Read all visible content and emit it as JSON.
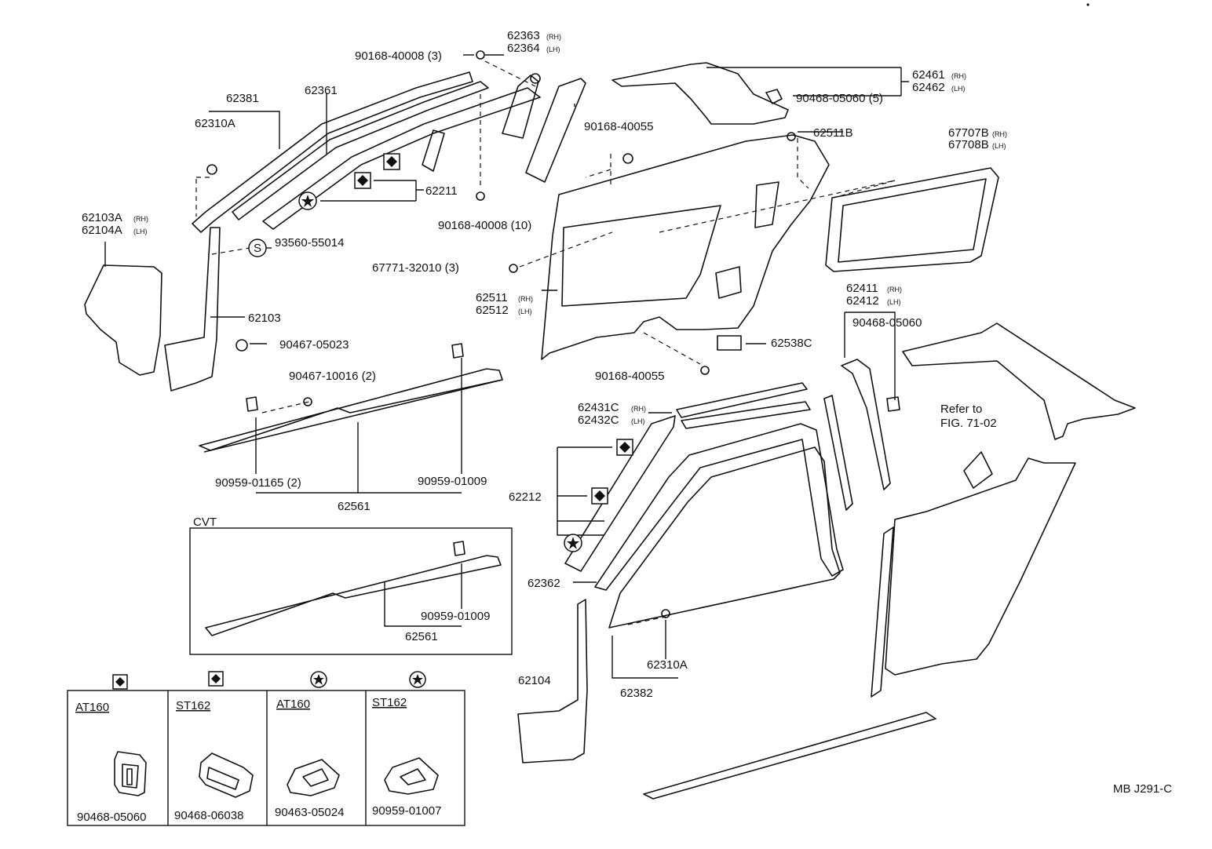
{
  "diagram_code": "MB J291-C",
  "callouts": {
    "c1": {
      "text": "90168-40008 (3)"
    },
    "c2": {
      "text": "62363",
      "sub": "(RH)"
    },
    "c3": {
      "text": "62364",
      "sub": "(LH)"
    },
    "c4": {
      "text": "62461",
      "sub": "(RH)"
    },
    "c5": {
      "text": "62462",
      "sub": "(LH)"
    },
    "c6": {
      "text": "90468-05060 (5)"
    },
    "c7": {
      "text": "62381"
    },
    "c8": {
      "text": "62361"
    },
    "c9": {
      "text": "62310A"
    },
    "c10": {
      "text": "90168-40055"
    },
    "c11": {
      "text": "62511B"
    },
    "c12": {
      "text": "67707B",
      "sub": "(RH)"
    },
    "c13": {
      "text": "67708B",
      "sub": "(LH)"
    },
    "c14": {
      "text": "62211"
    },
    "c15": {
      "text": "90168-40008 (10)"
    },
    "c16": {
      "text": "62103A",
      "sub": "(RH)"
    },
    "c17": {
      "text": "62104A",
      "sub": "(LH)"
    },
    "c18": {
      "text": "93560-55014"
    },
    "c19": {
      "text": "67771-32010 (3)"
    },
    "c20": {
      "text": "62511",
      "sub": "(RH)"
    },
    "c21": {
      "text": "62512",
      "sub": "(LH)"
    },
    "c22": {
      "text": "62411",
      "sub": "(RH)"
    },
    "c23": {
      "text": "62412",
      "sub": "(LH)"
    },
    "c24": {
      "text": "62103"
    },
    "c25": {
      "text": "90468-05060"
    },
    "c26": {
      "text": "90467-05023"
    },
    "c27": {
      "text": "62538C"
    },
    "c28": {
      "text": "90467-10016 (2)"
    },
    "c29": {
      "text": "90168-40055"
    },
    "c30": {
      "text": "62431C",
      "sub": "(RH)"
    },
    "c31": {
      "text": "62432C",
      "sub": "(LH)"
    },
    "c32": {
      "text": "Refer to"
    },
    "c33": {
      "text": "FIG. 71-02"
    },
    "c34": {
      "text": "90959-01165 (2)"
    },
    "c35": {
      "text": "90959-01009"
    },
    "c36": {
      "text": "62561"
    },
    "c37": {
      "text": "62212"
    },
    "c38": {
      "text": "CVT"
    },
    "c39": {
      "text": "90959-01009"
    },
    "c40": {
      "text": "62561"
    },
    "c41": {
      "text": "62362"
    },
    "c42": {
      "text": "62310A"
    },
    "c43": {
      "text": "62104"
    },
    "c44": {
      "text": "62382"
    }
  },
  "symbols": {
    "standard": "S",
    "diamond_label": "◆",
    "star_label": "★"
  },
  "legend": {
    "columns": [
      {
        "model": "AT160",
        "part": "90468-05060",
        "symbol": "diamond"
      },
      {
        "model": "ST162",
        "part": "90468-06038",
        "symbol": "diamond"
      },
      {
        "model": "AT160",
        "part": "90463-05024",
        "symbol": "star"
      },
      {
        "model": "ST162",
        "part": "90959-01007",
        "symbol": "star"
      }
    ]
  }
}
